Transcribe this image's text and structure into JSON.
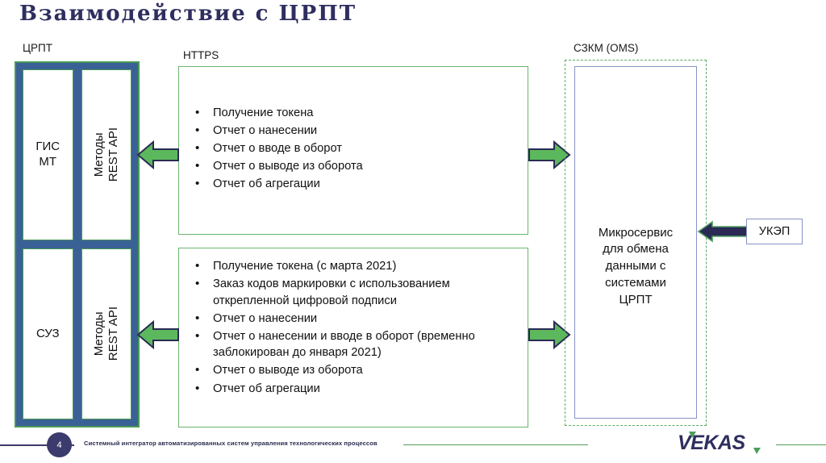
{
  "slide": {
    "title": "Взаимодействие с ЦРПТ",
    "page_number": "4",
    "footer_text": "Системный интегратор автоматизированных систем управления технологических процессов",
    "logo_text": "VEKAS"
  },
  "colors": {
    "title_navy": "#2e2e60",
    "frame_navy": "#3a6196",
    "green": "#4b9a55",
    "arrow_green": "#5cb85c",
    "arrow_navy": "#2a2a55",
    "badge_navy": "#3b3b6d",
    "inner_blue_border": "#8793c4"
  },
  "left_panel": {
    "caption": "ЦРПТ",
    "cells": [
      {
        "name": "gis-mt",
        "label": "ГИС\nМТ",
        "orientation": "horizontal"
      },
      {
        "name": "methods-rest-api-top",
        "label": "Методы\nREST API",
        "orientation": "vertical"
      },
      {
        "name": "suz",
        "label": "СУЗ",
        "orientation": "horizontal"
      },
      {
        "name": "methods-rest-api-bottom",
        "label": "Методы\nREST API",
        "orientation": "vertical"
      }
    ]
  },
  "https_panels": {
    "caption": "HTTPS",
    "top": {
      "bullets": [
        "Получение токена",
        "Отчет о нанесении",
        "Отчет о вводе в оборот",
        "Отчет о выводе из оборота",
        "Отчет об агрегации"
      ]
    },
    "bottom": {
      "bullets": [
        "Получение токена (с марта 2021)",
        "Заказ кодов маркировки с использованием открепленной цифровой подписи",
        "Отчет о нанесении",
        "Отчет о нанесении и вводе в оборот (временно заблокирован до января 2021)",
        "Отчет о выводе из оборота",
        "Отчет об агрегации"
      ]
    }
  },
  "oms_panel": {
    "caption": "СЗКМ (OMS)",
    "label": "Микросервис\nдля обмена\nданными с\nсистемами\nЦРПТ"
  },
  "ukep": {
    "label": "УКЭП"
  },
  "arrows": [
    {
      "name": "arrow-top-left",
      "direction": "left",
      "style": "green"
    },
    {
      "name": "arrow-top-right",
      "direction": "right",
      "style": "green"
    },
    {
      "name": "arrow-bottom-left",
      "direction": "left",
      "style": "green"
    },
    {
      "name": "arrow-bottom-right",
      "direction": "right",
      "style": "green"
    },
    {
      "name": "arrow-ukep",
      "direction": "left",
      "style": "navy"
    }
  ]
}
